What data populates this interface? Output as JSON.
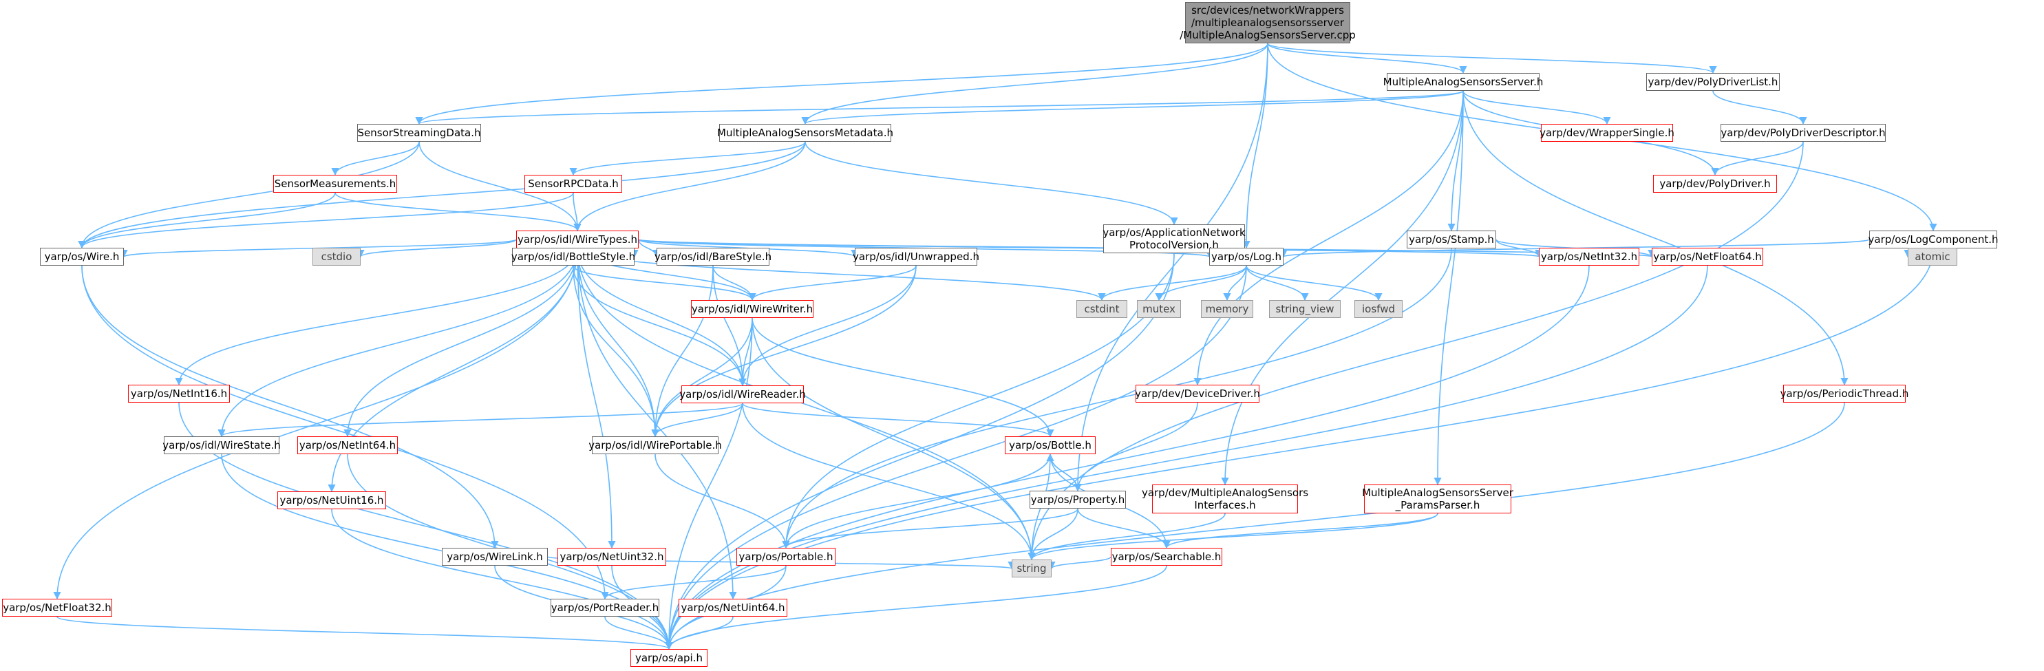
{
  "graph": {
    "nodes": {
      "root": {
        "lines": [
          "src/devices/networkWrappers",
          "/multipleanalogsensorsserver",
          "/MultipleAnalogSensorsServer.cpp"
        ],
        "style": "root"
      },
      "mass_h": {
        "lines": [
          "MultipleAnalogSensorsServer.h"
        ],
        "style": "normal"
      },
      "polydriverlist": {
        "lines": [
          "yarp/dev/PolyDriverList.h"
        ],
        "style": "normal"
      },
      "streamingdata": {
        "lines": [
          "SensorStreamingData.h"
        ],
        "style": "normal"
      },
      "metadata": {
        "lines": [
          "MultipleAnalogSensorsMetadata.h"
        ],
        "style": "normal"
      },
      "wrappersingle": {
        "lines": [
          "yarp/dev/WrapperSingle.h"
        ],
        "style": "red"
      },
      "polydriverdesc": {
        "lines": [
          "yarp/dev/PolyDriverDescriptor.h"
        ],
        "style": "normal"
      },
      "measurements": {
        "lines": [
          "SensorMeasurements.h"
        ],
        "style": "red"
      },
      "rpcdata": {
        "lines": [
          "SensorRPCData.h"
        ],
        "style": "red"
      },
      "polydriver": {
        "lines": [
          "yarp/dev/PolyDriver.h"
        ],
        "style": "red"
      },
      "wiretypes": {
        "lines": [
          "yarp/os/idl/WireTypes.h"
        ],
        "style": "red"
      },
      "appnet": {
        "lines": [
          "yarp/os/ApplicationNetwork",
          "ProtocolVersion.h"
        ],
        "style": "normal"
      },
      "stamp": {
        "lines": [
          "yarp/os/Stamp.h"
        ],
        "style": "normal"
      },
      "logcomponent": {
        "lines": [
          "yarp/os/LogComponent.h"
        ],
        "style": "normal"
      },
      "wire": {
        "lines": [
          "yarp/os/Wire.h"
        ],
        "style": "normal"
      },
      "cstdio": {
        "lines": [
          "cstdio"
        ],
        "style": "sys"
      },
      "bottlestyle": {
        "lines": [
          "yarp/os/idl/BottleStyle.h"
        ],
        "style": "normal"
      },
      "barestyle": {
        "lines": [
          "yarp/os/idl/BareStyle.h"
        ],
        "style": "normal"
      },
      "unwrapped": {
        "lines": [
          "yarp/os/idl/Unwrapped.h"
        ],
        "style": "normal"
      },
      "log": {
        "lines": [
          "yarp/os/Log.h"
        ],
        "style": "normal"
      },
      "netint32": {
        "lines": [
          "yarp/os/NetInt32.h"
        ],
        "style": "red"
      },
      "netfloat64": {
        "lines": [
          "yarp/os/NetFloat64.h"
        ],
        "style": "red"
      },
      "atomic": {
        "lines": [
          "atomic"
        ],
        "style": "sys"
      },
      "wirewriter": {
        "lines": [
          "yarp/os/idl/WireWriter.h"
        ],
        "style": "red"
      },
      "cstdint": {
        "lines": [
          "cstdint"
        ],
        "style": "sys"
      },
      "mutex": {
        "lines": [
          "mutex"
        ],
        "style": "sys"
      },
      "memory": {
        "lines": [
          "memory"
        ],
        "style": "sys"
      },
      "string_view": {
        "lines": [
          "string_view"
        ],
        "style": "sys"
      },
      "iosfwd": {
        "lines": [
          "iosfwd"
        ],
        "style": "sys"
      },
      "netint16": {
        "lines": [
          "yarp/os/NetInt16.h"
        ],
        "style": "red"
      },
      "devicedriver": {
        "lines": [
          "yarp/dev/DeviceDriver.h"
        ],
        "style": "red"
      },
      "periodicthread": {
        "lines": [
          "yarp/os/PeriodicThread.h"
        ],
        "style": "red"
      },
      "wirereader": {
        "lines": [
          "yarp/os/idl/WireReader.h"
        ],
        "style": "red"
      },
      "wirestate": {
        "lines": [
          "yarp/os/idl/WireState.h"
        ],
        "style": "normal"
      },
      "netint64": {
        "lines": [
          "yarp/os/NetInt64.h"
        ],
        "style": "red"
      },
      "wireportable": {
        "lines": [
          "yarp/os/idl/WirePortable.h"
        ],
        "style": "normal"
      },
      "bottle": {
        "lines": [
          "yarp/os/Bottle.h"
        ],
        "style": "red"
      },
      "property": {
        "lines": [
          "yarp/os/Property.h"
        ],
        "style": "normal"
      },
      "netuint16": {
        "lines": [
          "yarp/os/NetUint16.h"
        ],
        "style": "red"
      },
      "masi": {
        "lines": [
          "yarp/dev/MultipleAnalogSensors",
          "Interfaces.h"
        ],
        "style": "red"
      },
      "paramsparser": {
        "lines": [
          "MultipleAnalogSensorsServer",
          "_ParamsParser.h"
        ],
        "style": "red"
      },
      "wirelink": {
        "lines": [
          "yarp/os/WireLink.h"
        ],
        "style": "normal"
      },
      "netuint32": {
        "lines": [
          "yarp/os/NetUint32.h"
        ],
        "style": "red"
      },
      "portable": {
        "lines": [
          "yarp/os/Portable.h"
        ],
        "style": "red"
      },
      "searchable": {
        "lines": [
          "yarp/os/Searchable.h"
        ],
        "style": "red"
      },
      "string": {
        "lines": [
          "string"
        ],
        "style": "sys"
      },
      "netfloat32": {
        "lines": [
          "yarp/os/NetFloat32.h"
        ],
        "style": "red"
      },
      "portreader": {
        "lines": [
          "yarp/os/PortReader.h"
        ],
        "style": "normal"
      },
      "netuint64": {
        "lines": [
          "yarp/os/NetUint64.h"
        ],
        "style": "red"
      },
      "api": {
        "lines": [
          "yarp/os/api.h"
        ],
        "style": "red"
      }
    }
  },
  "colors": {
    "edge": "#63b8ff",
    "red_border": "#ff0000",
    "normal_border": "#666666",
    "system_fill": "#e0e0e0",
    "root_fill": "#999999"
  }
}
